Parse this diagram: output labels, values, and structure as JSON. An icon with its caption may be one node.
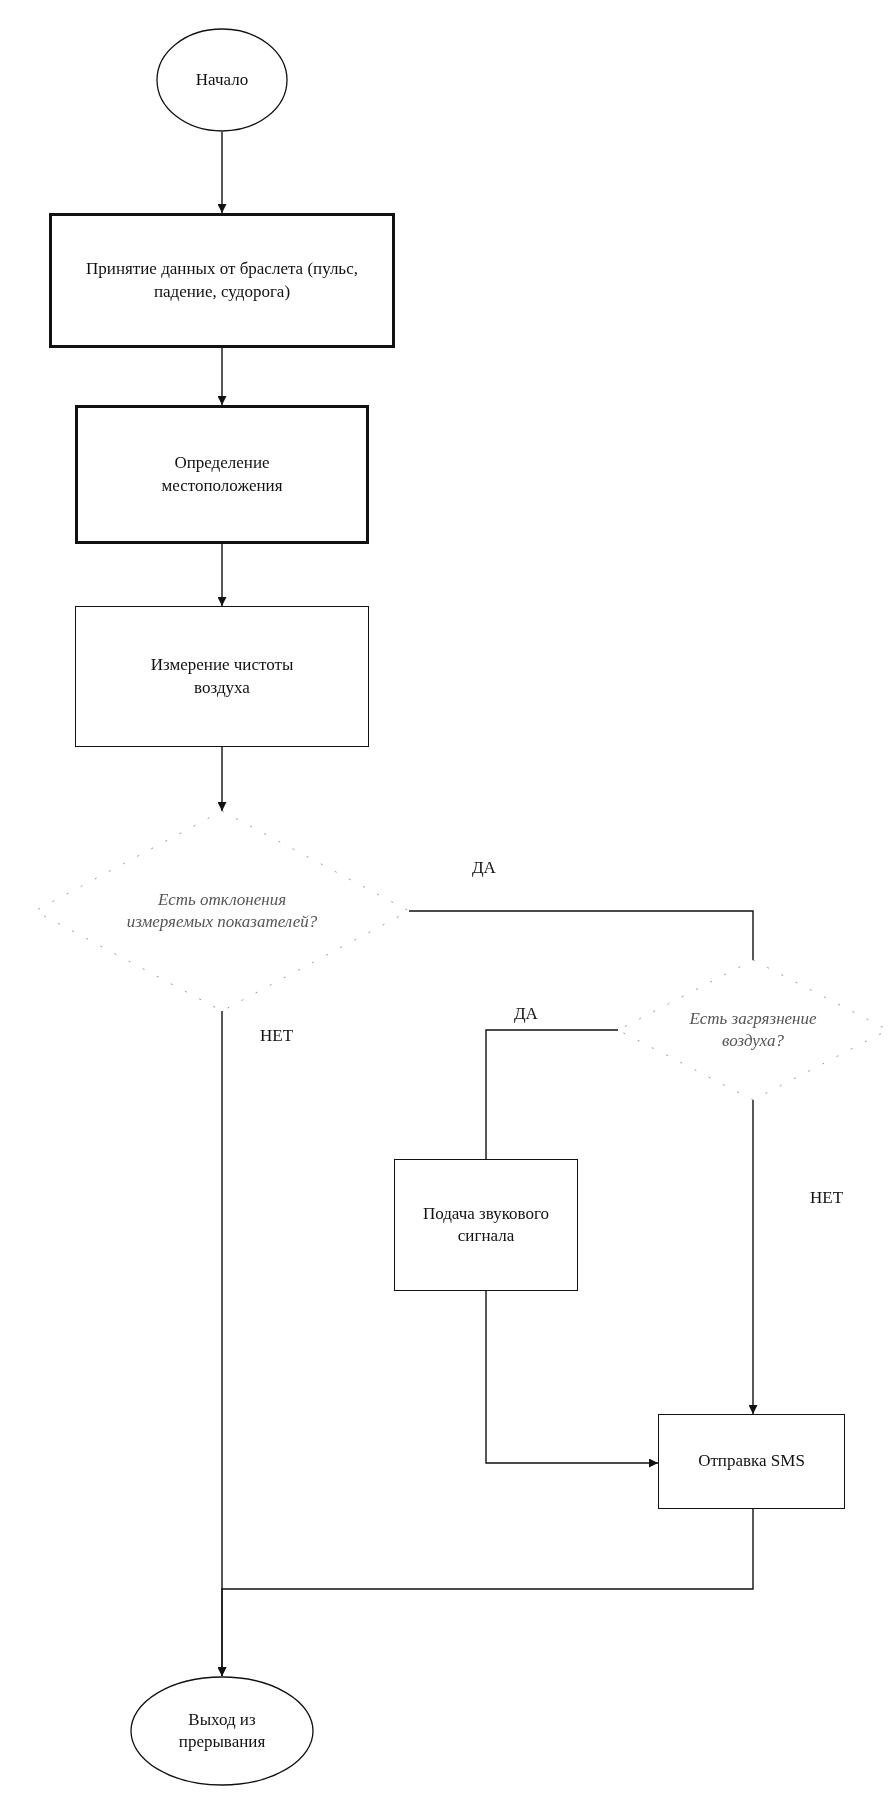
{
  "diagram": {
    "nodes": [
      {
        "text": [
          "Начало"
        ]
      },
      {
        "text": [
          "Принятие данных  от браслета (пульс, падение, судорога)"
        ]
      },
      {
        "text": [
          "Определение местоположения"
        ]
      },
      {
        "text": [
          "Измерение чистоты воздуха"
        ]
      },
      {
        "text": [
          "Есть отклонения измеряемых показателей?"
        ]
      },
      {
        "text": [
          "Есть загрязнение воздуха?"
        ]
      },
      {
        "text": [
          "Подача звукового сигнала"
        ]
      },
      {
        "text": [
          "Отправка SMS"
        ]
      },
      {
        "text": [
          "Выход из прерывания"
        ]
      }
    ],
    "edges": [
      {
        "from": 0,
        "to": 1,
        "arrow": "to"
      },
      {
        "from": 1,
        "to": 2,
        "arrow": "to"
      },
      {
        "from": 2,
        "to": 3,
        "arrow": "to"
      },
      {
        "from": 3,
        "to": 4,
        "arrow": "to"
      },
      {
        "from": 4,
        "to": 5,
        "arrow": "none",
        "label": "ДА"
      },
      {
        "from": 5,
        "to": 6,
        "arrow": "none",
        "label": "ДА"
      },
      {
        "from": 5,
        "to": 7,
        "arrow": "to",
        "label": "НЕТ"
      },
      {
        "from": 6,
        "to": 7,
        "arrow": "to"
      },
      {
        "from": 7,
        "to": 8,
        "arrow": "to"
      },
      {
        "from": 4,
        "to": 8,
        "arrow": "to",
        "label": "НЕТ"
      }
    ]
  }
}
